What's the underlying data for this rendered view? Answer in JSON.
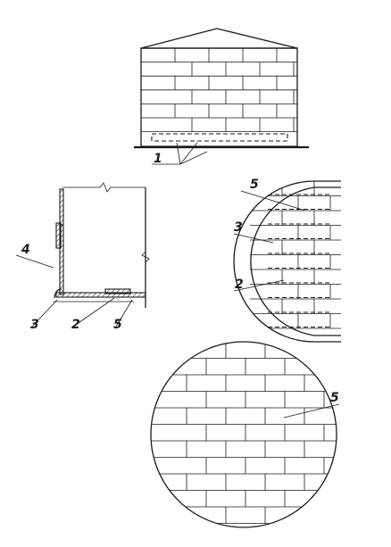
{
  "labels": {
    "elevation": "1",
    "section_4": "4",
    "section_3": "3",
    "section_2": "2",
    "section_5": "5",
    "plan_5": "5",
    "plan_3": "3",
    "plan_2": "2",
    "disk_5": "5"
  }
}
